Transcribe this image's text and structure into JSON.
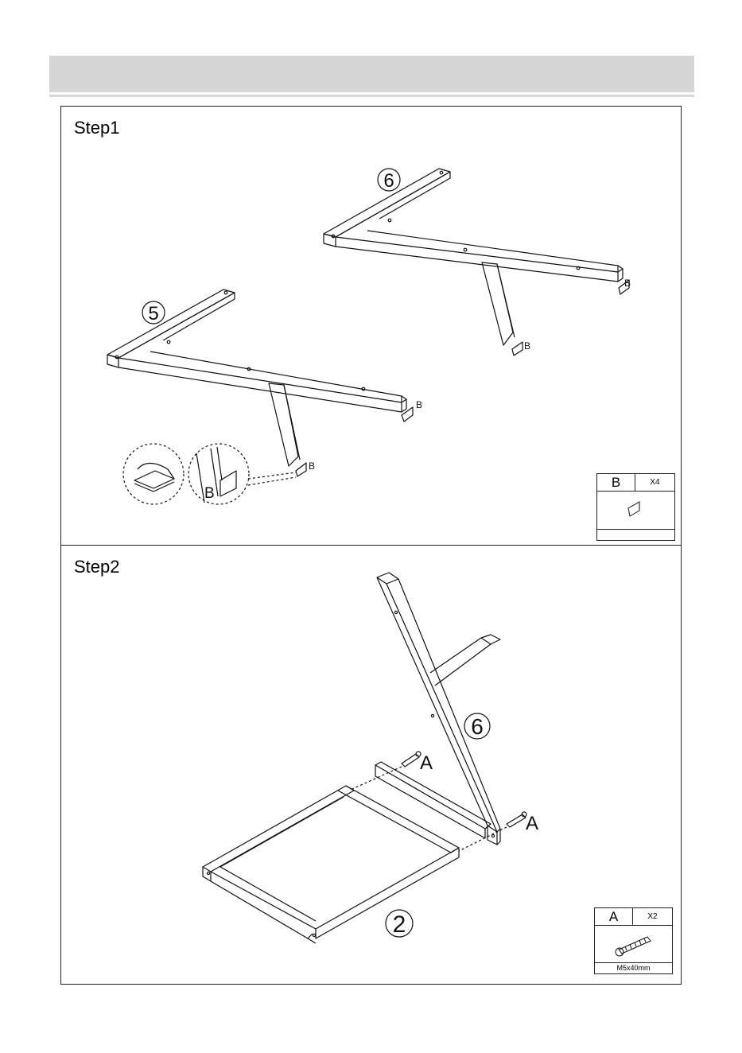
{
  "step1": {
    "title": "Step1",
    "callouts": {
      "part5": "5",
      "part6": "6",
      "label_b": "B"
    },
    "parts_box": {
      "letter": "B",
      "qty": "X4",
      "spec": ""
    }
  },
  "step2": {
    "title": "Step2",
    "callouts": {
      "part6": "6",
      "part2": "2",
      "label_a": "A"
    },
    "parts_box": {
      "letter": "A",
      "qty": "X2",
      "spec": "M5x40mm"
    }
  }
}
